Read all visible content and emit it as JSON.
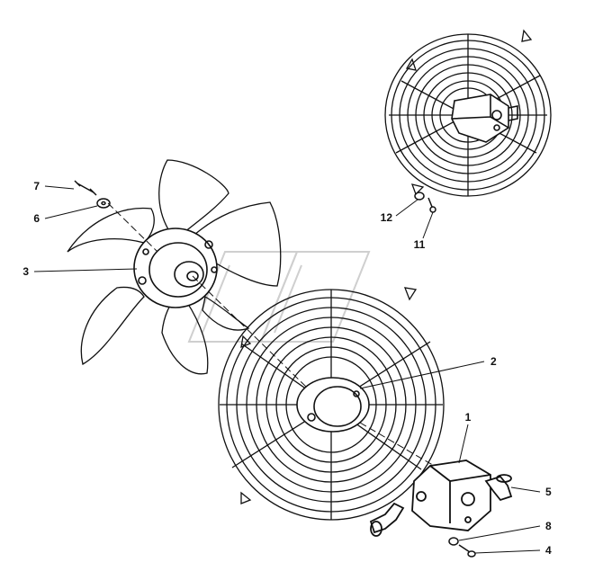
{
  "diagram": {
    "callouts": [
      {
        "id": "1",
        "label": "1"
      },
      {
        "id": "2",
        "label": "2"
      },
      {
        "id": "3",
        "label": "3"
      },
      {
        "id": "4",
        "label": "4"
      },
      {
        "id": "5",
        "label": "5"
      },
      {
        "id": "6",
        "label": "6"
      },
      {
        "id": "7",
        "label": "7"
      },
      {
        "id": "8",
        "label": "8"
      },
      {
        "id": "11",
        "label": "11"
      },
      {
        "id": "12",
        "label": "12"
      }
    ],
    "colors": {
      "line": "#111111",
      "background": "#ffffff",
      "watermark": "#c8c8c8"
    }
  }
}
